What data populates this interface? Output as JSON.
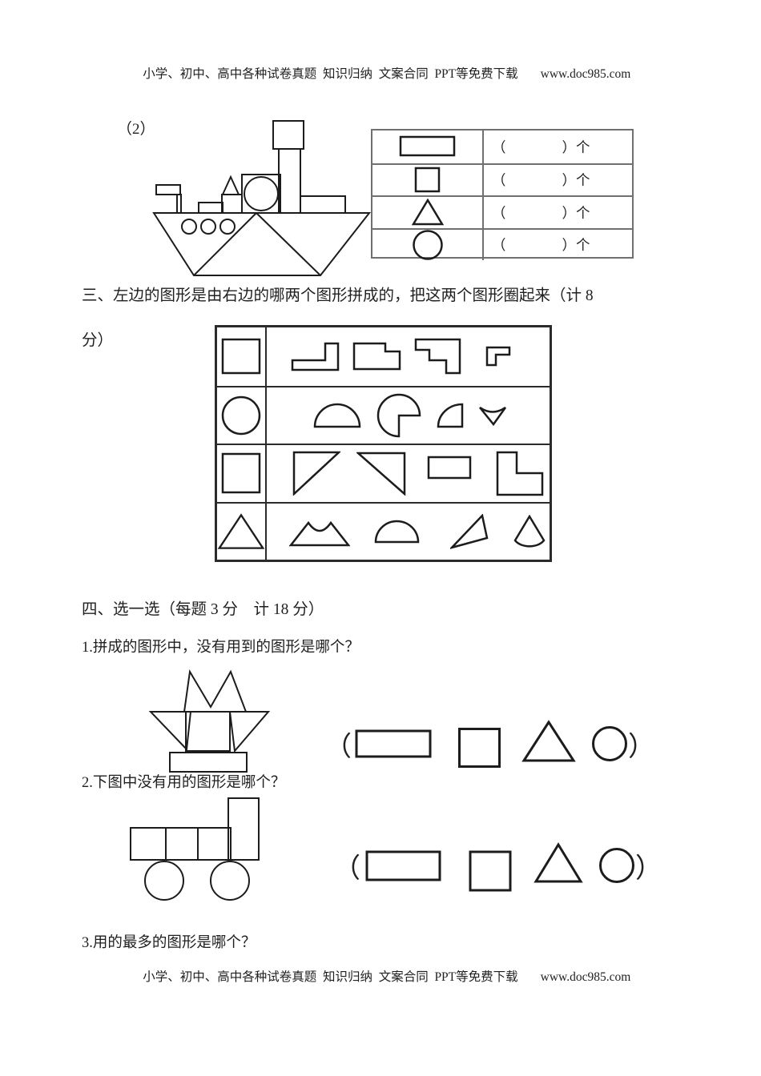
{
  "header": {
    "text": "小学、初中、高中各种试卷真题  知识归纳  文案合同  PPT等免费下载",
    "url": "www.doc985.com"
  },
  "footer": {
    "text": "小学、初中、高中各种试卷真题  知识归纳  文案合同  PPT等免费下载",
    "url": "www.doc985.com"
  },
  "section2": {
    "label": "（2）",
    "figure": "boat-built-from-shapes",
    "count_table": {
      "rows": [
        {
          "shape": "rectangle",
          "answer": "（　　　　）个"
        },
        {
          "shape": "square",
          "answer": "（　　　　）个"
        },
        {
          "shape": "triangle",
          "answer": "（　　　　）个"
        },
        {
          "shape": "circle",
          "answer": "（　　　　）个"
        }
      ]
    }
  },
  "question3": {
    "line1": "三、左边的图形是由右边的哪两个图形拼成的，把这两个图形圈起来（计 8",
    "line2": "分）",
    "grid": {
      "rows": [
        {
          "target": "square",
          "options": [
            "L-step-shape",
            "notched-rectangle",
            "seven-shape",
            "small-corner"
          ]
        },
        {
          "target": "circle",
          "options": [
            "semicircle",
            "three-quarter-circle",
            "quarter-circle",
            "curved-wedge"
          ]
        },
        {
          "target": "square",
          "options": [
            "right-triangle-up",
            "right-triangle-down",
            "rectangle",
            "L-shape"
          ]
        },
        {
          "target": "triangle",
          "options": [
            "bridge-shape",
            "semicircle",
            "thin-triangle",
            "cone-sector"
          ]
        }
      ]
    }
  },
  "question4": {
    "title": "四、选一选（每题 3 分　计 18 分）",
    "item1": "1.拼成的图形中，没有用到的图形是哪个？",
    "item2": "2.下图中没有用的图形是哪个？",
    "item3": "3.用的最多的图形是哪个？",
    "open_paren": "（",
    "close_paren": "）",
    "option_shapes": [
      "rectangle",
      "square",
      "triangle",
      "circle"
    ],
    "figures": [
      "windmill-built-from-shapes",
      "truck-built-from-shapes"
    ]
  }
}
